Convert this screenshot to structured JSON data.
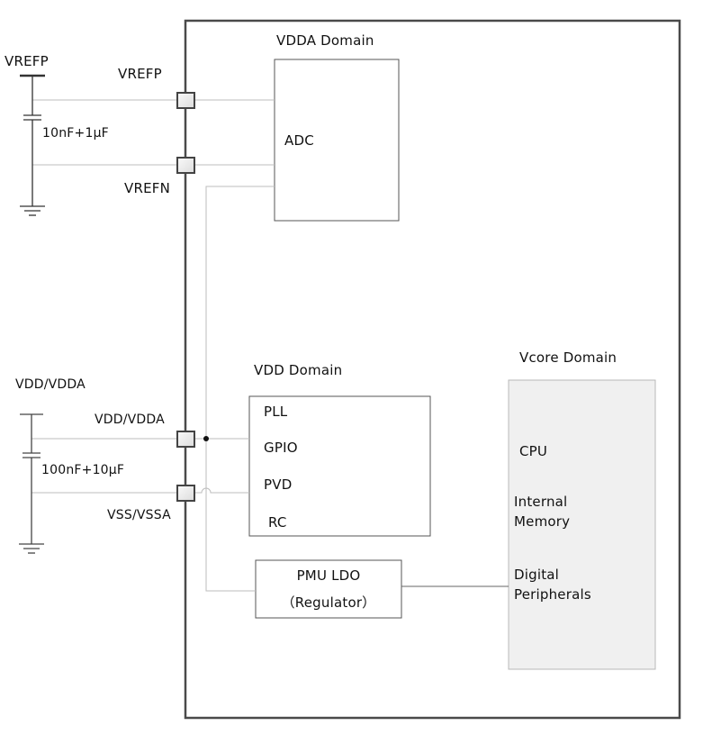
{
  "diagram": {
    "domains": {
      "vdda": {
        "title": "VDDA Domain",
        "block": "ADC"
      },
      "vdd": {
        "title": "VDD Domain",
        "items": [
          "PLL",
          "GPIO",
          "PVD",
          "RC"
        ]
      },
      "vcore": {
        "title": "Vcore Domain",
        "items": [
          "CPU",
          "Internal\nMemory",
          "Digital\nPeripherals"
        ]
      }
    },
    "regulator": {
      "line1": "PMU  LDO",
      "line2": "（Regulator）"
    },
    "pins": {
      "vrefp": "VREFP",
      "vrefn": "VREFN",
      "vdd_vdda": "VDD/VDDA",
      "vss_vssa": "VSS/VSSA"
    },
    "external": {
      "vref_supply": "VREFP",
      "vref_cap": "10nF+1μF",
      "vdd_supply": "VDD/VDDA",
      "vdd_cap": "100nF+10μF"
    },
    "colors": {
      "chip_border": "#4a4a4a",
      "wire": "#bdbdbd",
      "box_border": "#555555",
      "vcore_fill": "#f0f0f0",
      "vcore_border": "#b8b8b8"
    }
  }
}
